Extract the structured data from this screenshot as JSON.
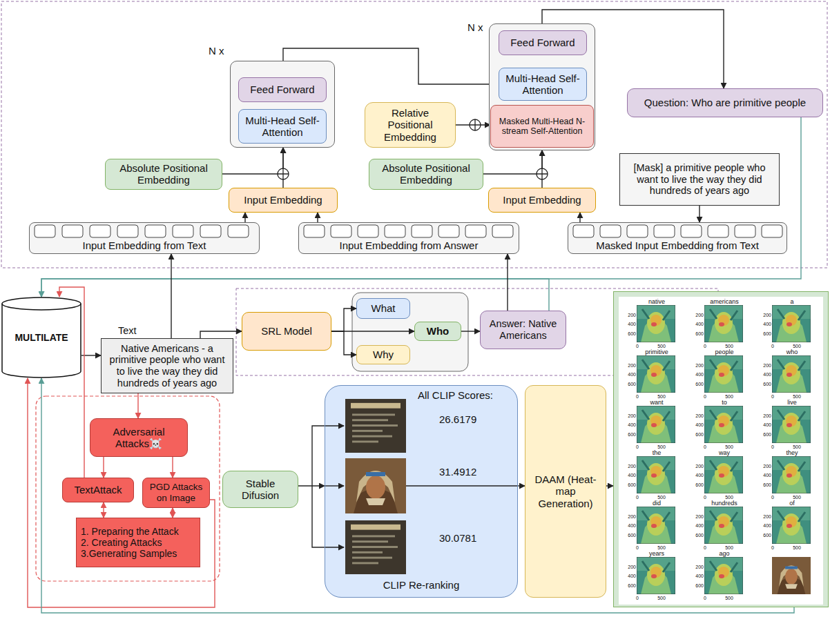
{
  "diagram": {
    "nodes": [
      {
        "text": [
          "N x"
        ]
      },
      {
        "text": [
          "Feed Forward"
        ],
        "in": 0
      },
      {
        "text": [
          "Multi-Head Self-Attention"
        ],
        "in": 0
      },
      {
        "text": [
          "Absolute Positional Embedding"
        ]
      },
      {
        "text": [
          "Input Embedding"
        ]
      },
      {
        "text": [
          "Input Embedding from Text"
        ]
      },
      {
        "text": [
          "Input Embedding from Answer"
        ]
      },
      {
        "text": [
          "N x"
        ]
      },
      {
        "text": [
          "Feed Forward"
        ],
        "in": 7
      },
      {
        "text": [
          "Multi-Head Self-Attention"
        ],
        "in": 7
      },
      {
        "text": [
          "Masked Multi-Head N-stream Self-Attention"
        ],
        "in": 7
      },
      {
        "text": [
          "Relative Positional Embedding"
        ]
      },
      {
        "text": [
          "Absolute Positional Embedding"
        ]
      },
      {
        "text": [
          "Input Embedding"
        ]
      },
      {
        "text": [
          "[Mask] a primitive people who want to live the way they did hundreds of years ago"
        ]
      },
      {
        "text": [
          "Masked Input Embedding from Text"
        ]
      },
      {
        "text": [
          "Question: Who are primitive people"
        ]
      },
      {
        "text": [
          "MULTILATE"
        ]
      },
      {
        "text": [
          "Text",
          "Native Americans - a primitive people who want to live the way they did hundreds of years ago"
        ]
      },
      {
        "text": [
          "SRL Model"
        ]
      },
      {
        "text": [
          "What"
        ]
      },
      {
        "text": [
          "Who"
        ]
      },
      {
        "text": [
          "Why"
        ]
      },
      {
        "text": [
          "Answer: Native Americans"
        ]
      },
      {
        "text": [
          "Adversarial Attacks☠️"
        ]
      },
      {
        "text": [
          "TextAttack"
        ]
      },
      {
        "text": [
          "PGD Attacks on Image"
        ]
      },
      {
        "text": [
          "1. Preparing the Attack",
          "2. Creating Attacks",
          "3.Generating Samples"
        ]
      },
      {
        "text": [
          "Stable Difusion"
        ]
      },
      {
        "text": [
          "All CLIP Scores:",
          "26.6179",
          "31.4912",
          "30.0781",
          "CLIP Re-ranking"
        ]
      },
      {
        "text": [
          "DAAM (Heat-map Generation)"
        ]
      },
      {
        "text": [
          "native",
          "200",
          "400",
          "600",
          "0",
          "500",
          "americans",
          "200",
          "400",
          "600",
          "0",
          "500",
          "a",
          "200",
          "400",
          "600",
          "0",
          "500",
          "primitive",
          "200",
          "400",
          "600",
          "0",
          "500",
          "people",
          "200",
          "400",
          "600",
          "0",
          "500",
          "who",
          "200",
          "400",
          "600",
          "0",
          "500",
          "want",
          "200",
          "400",
          "600",
          "0",
          "500",
          "to",
          "200",
          "400",
          "600",
          "0",
          "500",
          "live",
          "200",
          "400",
          "600",
          "0",
          "500",
          "the",
          "200",
          "400",
          "600",
          "0",
          "500",
          "way",
          "200",
          "400",
          "600",
          "0",
          "500",
          "they",
          "200",
          "400",
          "600",
          "0",
          "500",
          "did",
          "200",
          "400",
          "600",
          "0",
          "500",
          "hundreds",
          "200",
          "400",
          "600",
          "0",
          "500",
          "of",
          "200",
          "400",
          "600",
          "0",
          "500",
          "years",
          "200",
          "400",
          "600",
          "0",
          "500",
          "ago",
          "200",
          "400",
          "600",
          "0",
          "500"
        ]
      }
    ],
    "edges": [
      {
        "from": 5,
        "to": 4,
        "arrow": "to"
      },
      {
        "from": 6,
        "to": 4,
        "arrow": "to"
      },
      {
        "from": 3,
        "to": 0,
        "arrow": "to"
      },
      {
        "from": 4,
        "to": 0,
        "arrow": "to"
      },
      {
        "from": 0,
        "to": 9,
        "arrow": "to"
      },
      {
        "from": 11,
        "to": 10,
        "arrow": "to"
      },
      {
        "from": 12,
        "to": 7,
        "arrow": "to"
      },
      {
        "from": 13,
        "to": 7,
        "arrow": "to"
      },
      {
        "from": 15,
        "to": 13,
        "arrow": "to"
      },
      {
        "from": 14,
        "to": 15,
        "arrow": "to"
      },
      {
        "from": 7,
        "to": 16,
        "arrow": "to"
      },
      {
        "from": 16,
        "to": 17,
        "arrow": "to"
      },
      {
        "from": 23,
        "to": 17,
        "arrow": "to"
      },
      {
        "from": 17,
        "to": 18,
        "arrow": "to"
      },
      {
        "from": 18,
        "to": 5,
        "arrow": "to"
      },
      {
        "from": 18,
        "to": 19,
        "arrow": "to"
      },
      {
        "from": 19,
        "to": 20,
        "arrow": "to"
      },
      {
        "from": 19,
        "to": 21,
        "arrow": "to"
      },
      {
        "from": 19,
        "to": 22,
        "arrow": "to"
      },
      {
        "from": 21,
        "to": 23,
        "arrow": "to"
      },
      {
        "from": 23,
        "to": 6,
        "arrow": "to"
      },
      {
        "from": 18,
        "to": 24,
        "arrow": "to"
      },
      {
        "from": 24,
        "to": 25,
        "arrow": "to"
      },
      {
        "from": 24,
        "to": 26,
        "arrow": "to"
      },
      {
        "from": 25,
        "to": 27,
        "arrow": "both"
      },
      {
        "from": 26,
        "to": 27,
        "arrow": "both"
      },
      {
        "from": 25,
        "to": 17,
        "arrow": "to"
      },
      {
        "from": 26,
        "to": 17,
        "arrow": "to"
      },
      {
        "from": 28,
        "to": 29,
        "arrow": "to"
      },
      {
        "from": 29,
        "to": 30,
        "arrow": "to"
      },
      {
        "from": 30,
        "to": 31,
        "arrow": "to"
      },
      {
        "from": 31,
        "to": 17,
        "arrow": "to"
      }
    ]
  }
}
